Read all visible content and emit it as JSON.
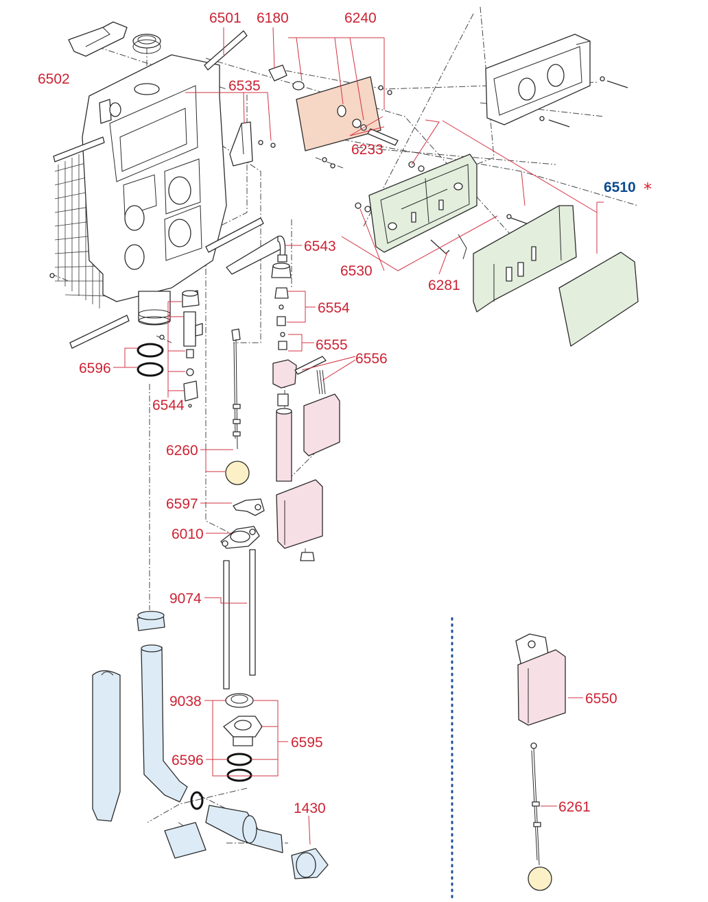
{
  "labels": {
    "p6502": "6502",
    "p6501": "6501",
    "p6180": "6180",
    "p6240": "6240",
    "p6535": "6535",
    "p6233": "6233",
    "p6510": "6510",
    "p6510_mark": "*",
    "p6543": "6543",
    "p6530": "6530",
    "p6281": "6281",
    "p6554": "6554",
    "p6555": "6555",
    "p6556": "6556",
    "p6596a": "6596",
    "p6544": "6544",
    "p6260": "6260",
    "p6597": "6597",
    "p6010": "6010",
    "p9074": "9074",
    "p9038": "9038",
    "p6595": "6595",
    "p6596b": "6596",
    "p1430": "1430",
    "p6550": "6550",
    "p6261": "6261"
  },
  "colors": {
    "label_red": "#cc2233",
    "label_blue": "#0b4a8f",
    "fill_green": "#e3eedd",
    "fill_pink": "#f7dfe6",
    "fill_peach": "#f6d6c4",
    "fill_blue": "#dcebf6",
    "fill_yellow": "#fbf0c6"
  }
}
